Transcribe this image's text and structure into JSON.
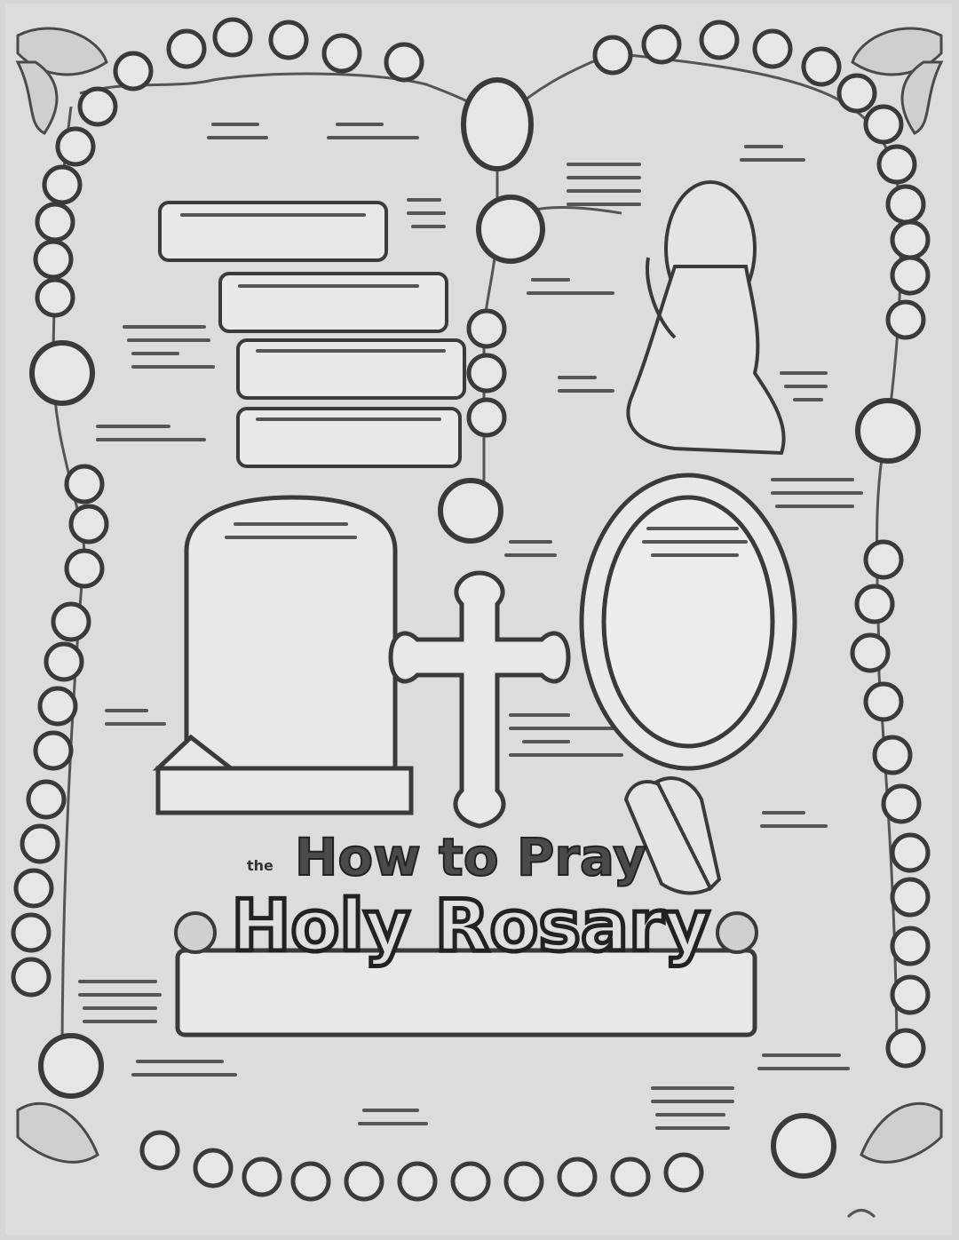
{
  "page": {
    "title_small": "the",
    "title_line1": "How to Pray",
    "title_line2": "Holy Rosary"
  },
  "colors": {
    "paper": "#dcdcdc",
    "ink": "#3a3a3a",
    "outline_fill": "#f2f2f2"
  },
  "icons": [
    "corner-leaf-icon",
    "rose-icon",
    "cross-icon",
    "praying-hands-icon",
    "mary-figure-icon",
    "tombstone-icon",
    "oval-frame-icon"
  ]
}
